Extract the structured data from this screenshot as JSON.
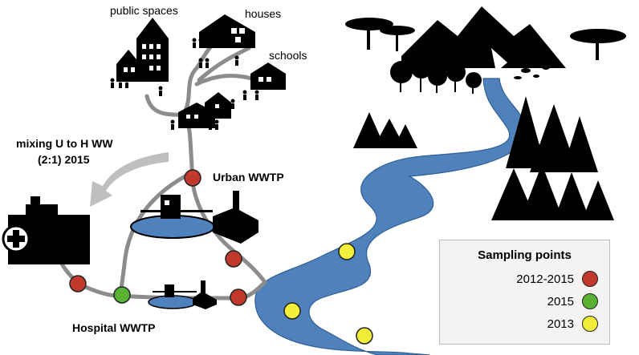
{
  "labels": {
    "public_spaces": "public spaces",
    "houses": "houses",
    "schools": "schools",
    "mixing_line1": "mixing U to H WW",
    "mixing_line2": "(2:1) 2015",
    "urban_wwtp": "Urban WWTP",
    "hospital_wwtp": "Hospital WWTP"
  },
  "legend": {
    "title": "Sampling points",
    "items": [
      {
        "label": "2012-2015",
        "color": "#c0392b"
      },
      {
        "label": "2015",
        "color": "#5ab233"
      },
      {
        "label": "2013",
        "color": "#f2ee3a"
      }
    ]
  },
  "colors": {
    "river": "#4f81bd",
    "pipe": "#8c8c8c",
    "silhouette": "#000000",
    "arrow": "#bfbfbf"
  },
  "icons": [
    "hospital-cross-icon",
    "house-icon",
    "tree-icon",
    "mountain-icon",
    "factory-icon",
    "person-icon"
  ]
}
